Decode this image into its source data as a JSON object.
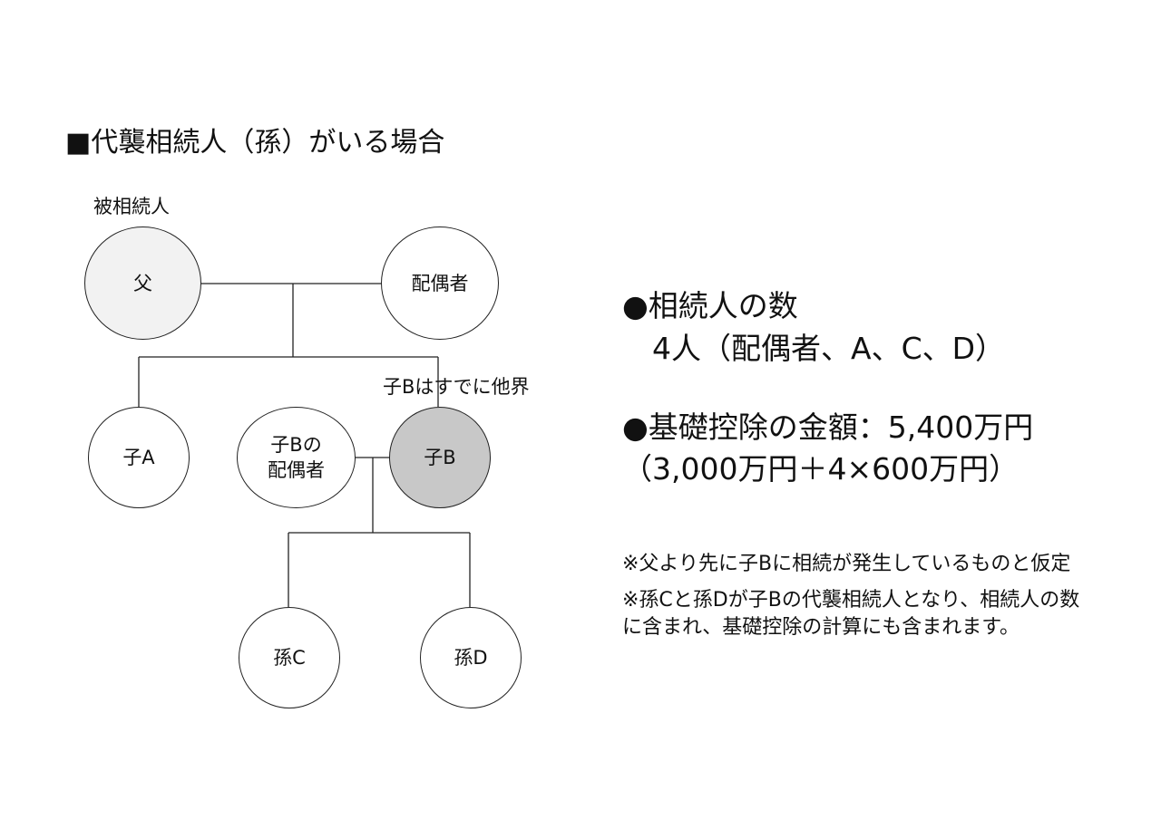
{
  "title": "■代襲相続人（孫）がいる場合",
  "diagram": {
    "deceased_label": "被相続人",
    "predeceased_note": "子Bはすでに他界",
    "nodes": {
      "father": "父",
      "spouse": "配偶者",
      "child_a": "子A",
      "child_b_spouse": "子Bの\n配偶者",
      "child_b": "子B",
      "grandchild_c": "孫C",
      "grandchild_d": "孫D"
    },
    "colors": {
      "father_fill": "#f2f2f2",
      "child_b_fill": "#c8c8c8",
      "default_fill": "#ffffff",
      "stroke": "#222222"
    }
  },
  "info": {
    "heirs_heading": "●相続人の数",
    "heirs_value": "　4人（配偶者、A、C、D）",
    "deduction_heading": "●基礎控除の金額：5,400万円",
    "deduction_formula": "（3,000万円＋4×600万円）"
  },
  "notes": [
    "※父より先に子Bに相続が発生しているものと仮定",
    "※孫Cと孫Dが子Bの代襲相続人となり、相続人の数",
    "に含まれ、基礎控除の計算にも含まれます。"
  ]
}
